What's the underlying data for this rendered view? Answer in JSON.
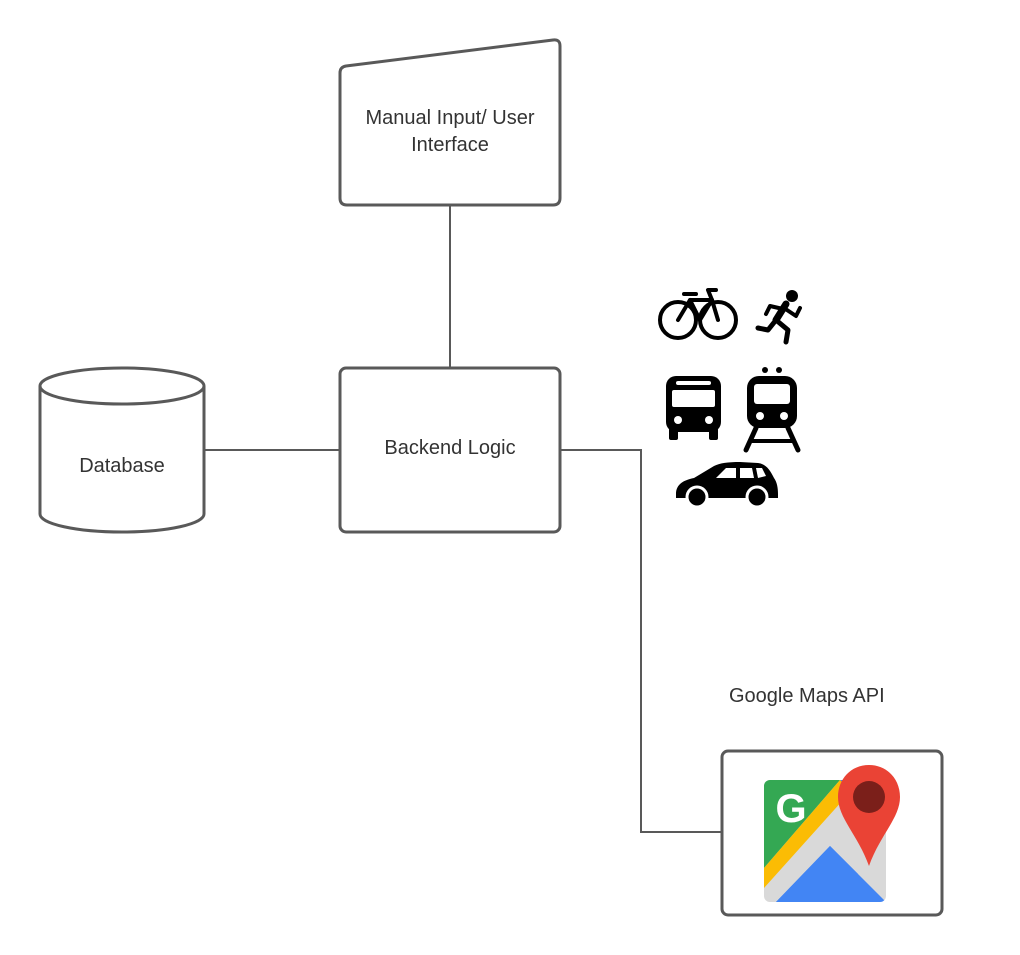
{
  "nodes": {
    "ui": {
      "label": "Manual Input/ User Interface"
    },
    "backend": {
      "label": "Backend Logic"
    },
    "database": {
      "label": "Database"
    },
    "maps": {
      "label": "Google Maps API",
      "icon": "google-maps-icon"
    }
  },
  "edges": [
    {
      "from": "ui",
      "to": "backend"
    },
    {
      "from": "database",
      "to": "backend"
    },
    {
      "from": "backend",
      "to": "maps"
    }
  ],
  "transport_icons": [
    "bicycle-icon",
    "running-person-icon",
    "bus-icon",
    "train-icon",
    "car-icon"
  ],
  "colors": {
    "stroke": "#595959",
    "text": "#333333",
    "icon": "#000000",
    "maps_green": "#34A853",
    "maps_yellow": "#FBBC04",
    "maps_blue": "#4285F4",
    "maps_gray": "#D9D9D9",
    "maps_red": "#EA4335",
    "maps_pin_center": "#7B1F1A"
  }
}
